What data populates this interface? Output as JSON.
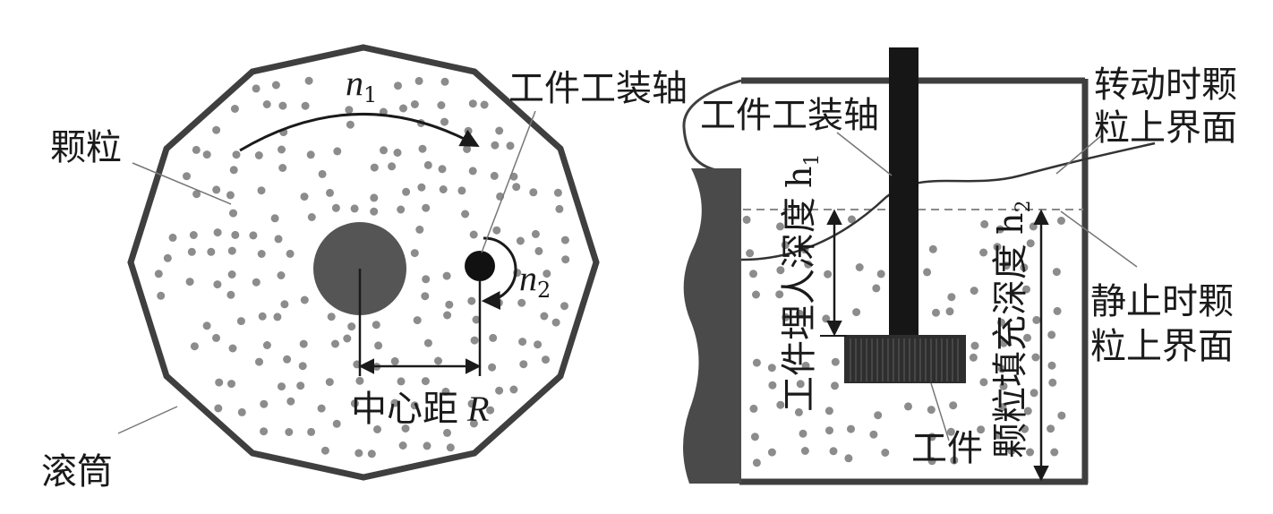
{
  "left_view": {
    "label_particles": "颗粒",
    "label_drum": "滚筒",
    "label_shaft": "工件工装轴",
    "label_center_distance": "中心距",
    "label_center_distance_symbol": "R",
    "label_drum_speed": "n",
    "label_drum_speed_sub": "1",
    "label_shaft_speed": "n",
    "label_shaft_speed_sub": "2"
  },
  "right_view": {
    "label_shaft": "工件工装轴",
    "label_rotating_surface": [
      "转动时颗",
      "粒上界面"
    ],
    "label_static_surface": [
      "静止时颗",
      "粒上界面"
    ],
    "label_immersion_depth": "工件埋人深度",
    "label_immersion_symbol": "h",
    "label_immersion_sub": "1",
    "label_fill_depth": "颗粒填充深度",
    "label_fill_symbol": "h",
    "label_fill_sub": "2",
    "label_workpiece": "工件"
  },
  "colors": {
    "outline": "#3f3f3f",
    "hub": "#555555",
    "particle": "#8c8c8c",
    "shaft": "#161616",
    "workpiece": "#2e2e2e",
    "wall": "#4a4a4a"
  }
}
